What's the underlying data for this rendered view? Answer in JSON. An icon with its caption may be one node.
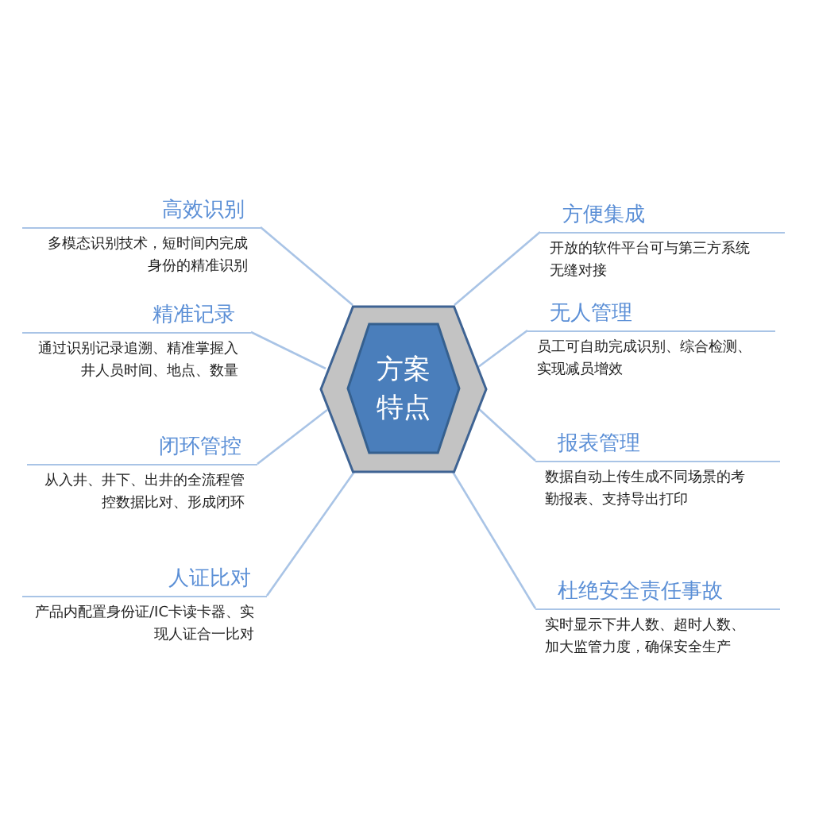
{
  "diagram": {
    "nodes": [
      {
        "text": [],
        "shape": "hexagon"
      },
      {
        "text": [
          "方案特点"
        ],
        "in": 0
      },
      {
        "text": [
          "高效识别",
          "多模态识别技术，短时间内完成身份的精准识别"
        ]
      },
      {
        "text": [
          "精准记录",
          "通过识别记录追溯、精准掌握入井人员时间、地点、数量"
        ]
      },
      {
        "text": [
          "闭环管控",
          "从入井、井下、出井的全流程管控数据比对、形成闭环"
        ]
      },
      {
        "text": [
          "人证比对",
          "产品内配置身份证/IC卡读卡器、实现人证合一比对"
        ]
      },
      {
        "text": [
          "方便集成",
          "开放的软件平台可与第三方系统无缝对接"
        ]
      },
      {
        "text": [
          "无人管理",
          "员工可自助完成识别、综合检测、实现减员增效"
        ]
      },
      {
        "text": [
          "报表管理",
          "数据自动上传生成不同场景的考勤报表、支持导出打印"
        ]
      },
      {
        "text": [
          "杜绝安全责任事故",
          "实时显示下井人数、超时人数、加大监管力度，确保安全生产"
        ]
      }
    ],
    "edges": [
      {
        "from": 2,
        "to": 0,
        "arrow": "none"
      },
      {
        "from": 3,
        "to": 0,
        "arrow": "none"
      },
      {
        "from": 4,
        "to": 0,
        "arrow": "none"
      },
      {
        "from": 5,
        "to": 0,
        "arrow": "none"
      },
      {
        "from": 6,
        "to": 0,
        "arrow": "none"
      },
      {
        "from": 7,
        "to": 0,
        "arrow": "none"
      },
      {
        "from": 8,
        "to": 0,
        "arrow": "none"
      },
      {
        "from": 9,
        "to": 0,
        "arrow": "none"
      }
    ]
  }
}
